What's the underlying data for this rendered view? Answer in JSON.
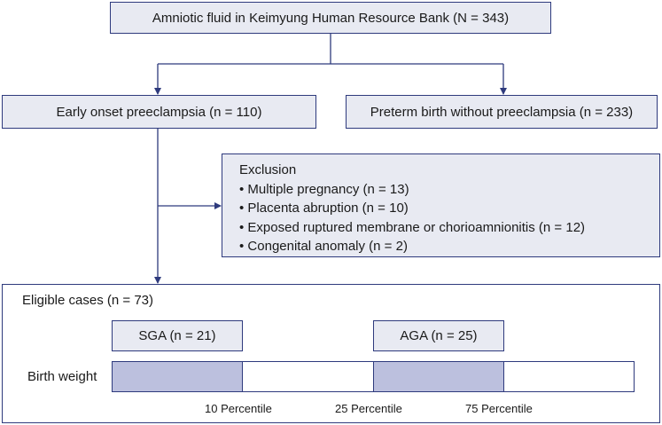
{
  "top": {
    "label": "Amniotic fluid in Keimyung Human Resource Bank (N = 343)"
  },
  "early_onset": {
    "label": "Early onset preeclampsia (n = 110)"
  },
  "preterm": {
    "label": "Preterm birth without preeclampsia (n = 233)"
  },
  "exclusion": {
    "title": "Exclusion",
    "items": [
      "Multiple pregnancy (n = 13)",
      "Placenta abruption (n = 10)",
      "Exposed ruptured membrane or chorioamnionitis (n = 12)",
      "Congenital anomaly (n = 2)"
    ]
  },
  "eligible": {
    "title": "Eligible cases (n = 73)",
    "sga": "SGA (n = 21)",
    "aga": "AGA (n = 25)",
    "birth_weight_label": "Birth weight",
    "ticks": [
      "10 Percentile",
      "25 Percentile",
      "75 Percentile"
    ]
  },
  "colors": {
    "border": "#2e3a7d",
    "box_fill": "#e8eaf2",
    "bar_fill": "#bcc0de"
  }
}
